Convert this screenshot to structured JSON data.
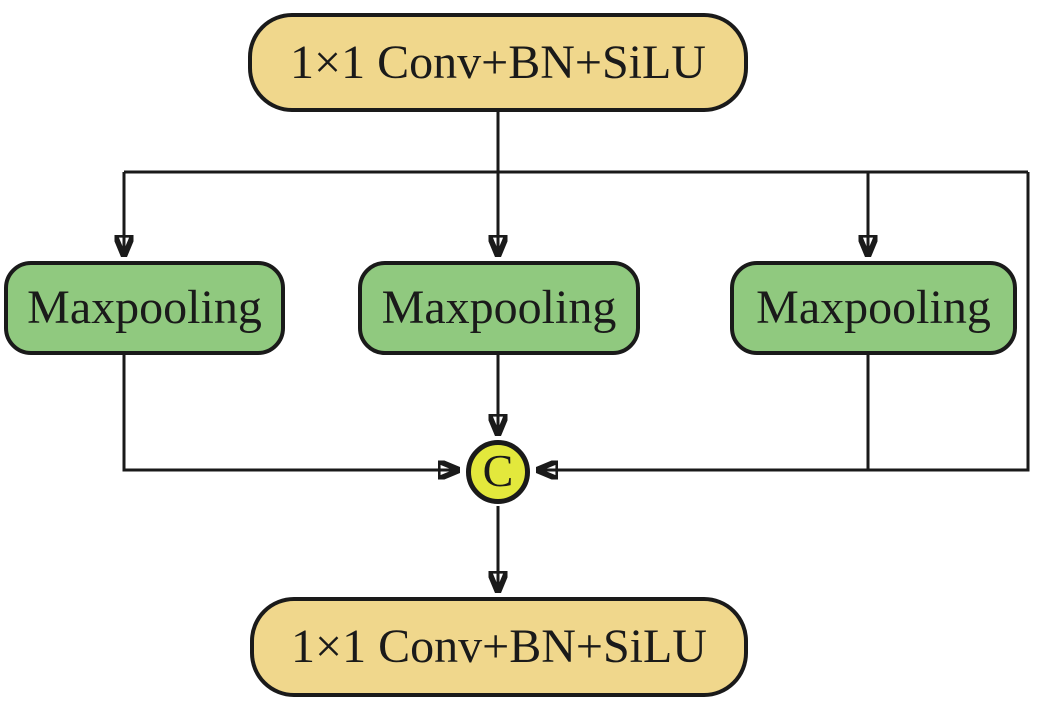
{
  "diagram": {
    "type": "flow-diagram",
    "nodes": {
      "conv_top": {
        "label": "1×1 Conv+BN+SiLU",
        "shape": "rounded-rect",
        "fill": "#F0D78C"
      },
      "maxpool_left": {
        "label": "Maxpooling",
        "shape": "rounded-rect",
        "fill": "#90C97F"
      },
      "maxpool_center": {
        "label": "Maxpooling",
        "shape": "rounded-rect",
        "fill": "#90C97F"
      },
      "maxpool_right": {
        "label": "Maxpooling",
        "shape": "rounded-rect",
        "fill": "#90C97F"
      },
      "concat": {
        "label": "C",
        "shape": "circle",
        "fill": "#E3E83C"
      },
      "conv_bottom": {
        "label": "1×1 Conv+BN+SiLU",
        "shape": "rounded-rect",
        "fill": "#F0D78C"
      }
    },
    "edges": [
      {
        "from": "conv_top",
        "to": "maxpool_left",
        "arrow": true
      },
      {
        "from": "conv_top",
        "to": "maxpool_center",
        "arrow": true
      },
      {
        "from": "conv_top",
        "to": "maxpool_right",
        "arrow": true
      },
      {
        "from": "conv_top",
        "to": "concat",
        "arrow": true,
        "note": "skip connection on far right"
      },
      {
        "from": "maxpool_left",
        "to": "concat",
        "arrow": true
      },
      {
        "from": "maxpool_center",
        "to": "concat",
        "arrow": true
      },
      {
        "from": "maxpool_right",
        "to": "concat",
        "arrow": true
      },
      {
        "from": "concat",
        "to": "conv_bottom",
        "arrow": true
      }
    ],
    "colors": {
      "conv_fill": "#F0D78C",
      "pool_fill": "#90C97F",
      "concat_fill": "#E3E83C",
      "outline": "#1A1A1A",
      "background": "#FFFFFF"
    }
  }
}
